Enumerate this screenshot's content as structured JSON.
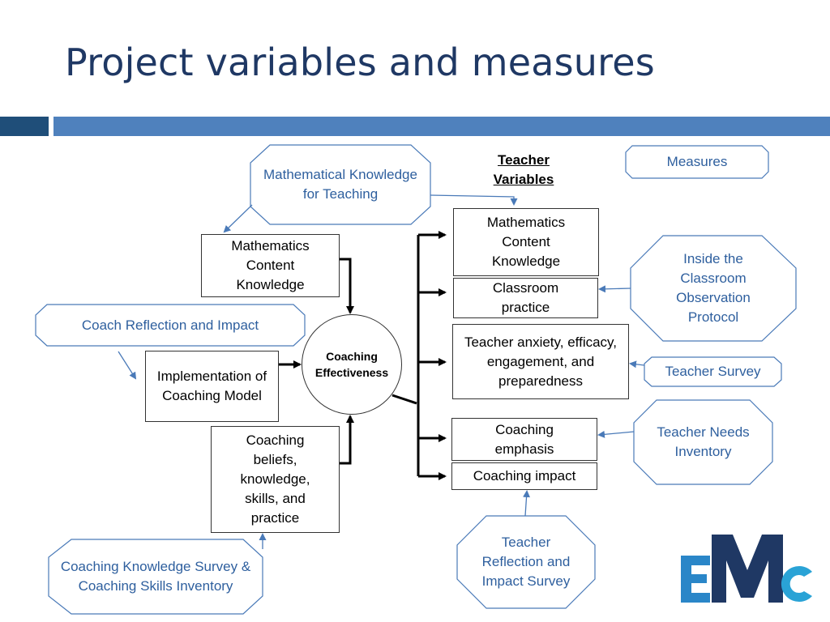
{
  "slide": {
    "title": "Project variables and measures"
  },
  "diagram": {
    "teacher_variables_heading": "Teacher Variables",
    "coach_nodes": {
      "math_content_knowledge": "Mathematics Content Knowledge",
      "implementation": "Implementation of Coaching Model",
      "coaching_beliefs": "Coaching beliefs, knowledge, skills, and practice"
    },
    "center": "Coaching Effectiveness",
    "teacher_nodes": {
      "math_content_knowledge": "Mathematics Content Knowledge",
      "classroom_practice": "Classroom practice",
      "anxiety": "Teacher anxiety, efficacy, engagement, and preparedness",
      "coaching_emphasis": "Coaching emphasis",
      "coaching_impact": "Coaching impact"
    },
    "measures": {
      "legend": "Measures",
      "mkt": "Mathematical Knowledge for Teaching",
      "coach_reflection": "Coach Reflection and Impact",
      "coaching_knowledge_survey": "Coaching Knowledge Survey & Coaching Skills Inventory",
      "inside_classroom": "Inside the Classroom Observation Protocol",
      "teacher_survey": "Teacher Survey",
      "teacher_needs": "Teacher Needs Inventory",
      "teacher_reflection": "Teacher Reflection and Impact Survey"
    }
  },
  "colors": {
    "title": "#1f3864",
    "band_dark": "#1f4e79",
    "band_light": "#4f81bd",
    "measure_text": "#2e5f9e",
    "measure_border": "#4a7ab8",
    "arrow_black": "#000000",
    "arrow_blue": "#4a7ab8"
  },
  "logo": {
    "text": "EMC",
    "colors": [
      "#2a86c8",
      "#1f3864",
      "#2aa3d6"
    ]
  }
}
